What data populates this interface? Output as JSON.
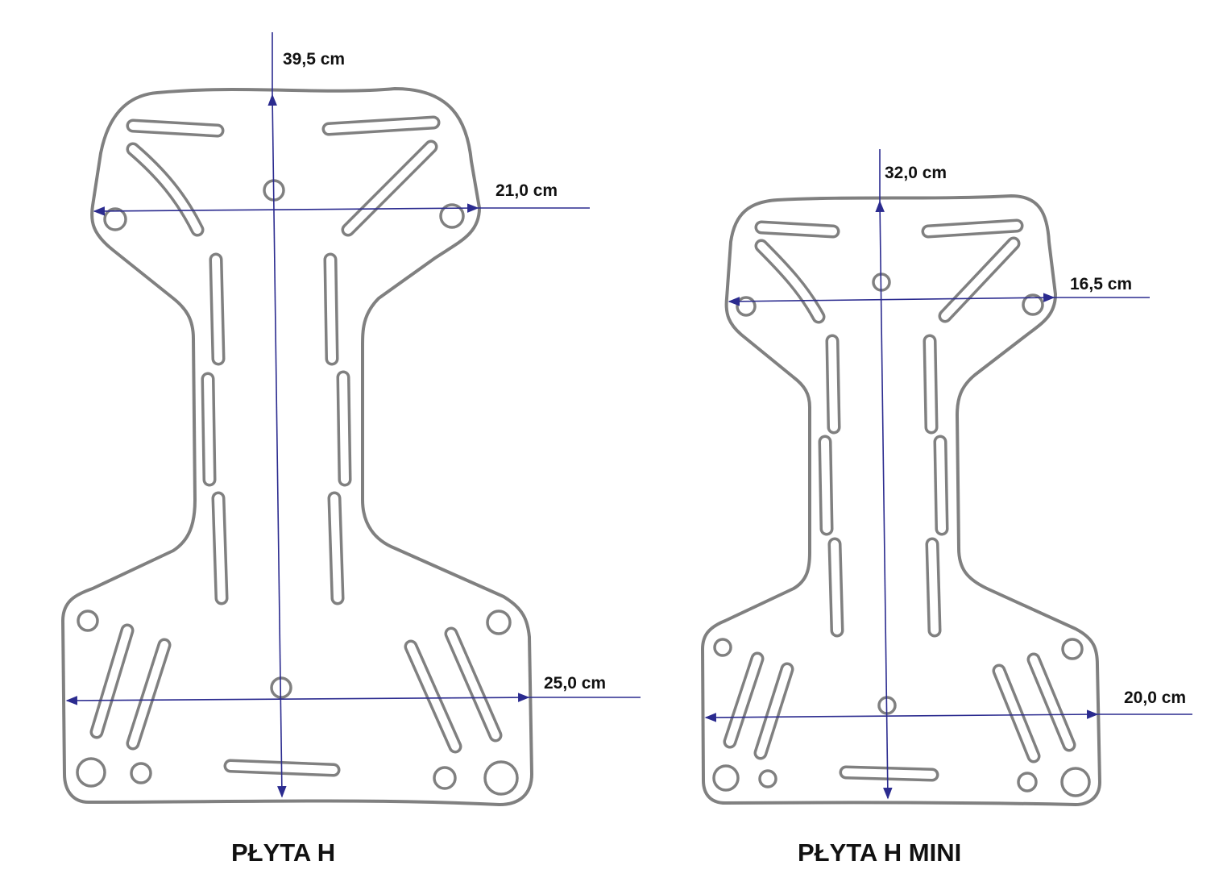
{
  "plates": [
    {
      "title": "PŁYTA H",
      "height_label": "39,5 cm",
      "top_width_label": "21,0 cm",
      "bottom_width_label": "25,0 cm"
    },
    {
      "title": "PŁYTA H MINI",
      "height_label": "32,0 cm",
      "top_width_label": "16,5 cm",
      "bottom_width_label": "20,0 cm"
    }
  ],
  "colors": {
    "outline": "#808080",
    "dimension": "#2b2b8f"
  }
}
